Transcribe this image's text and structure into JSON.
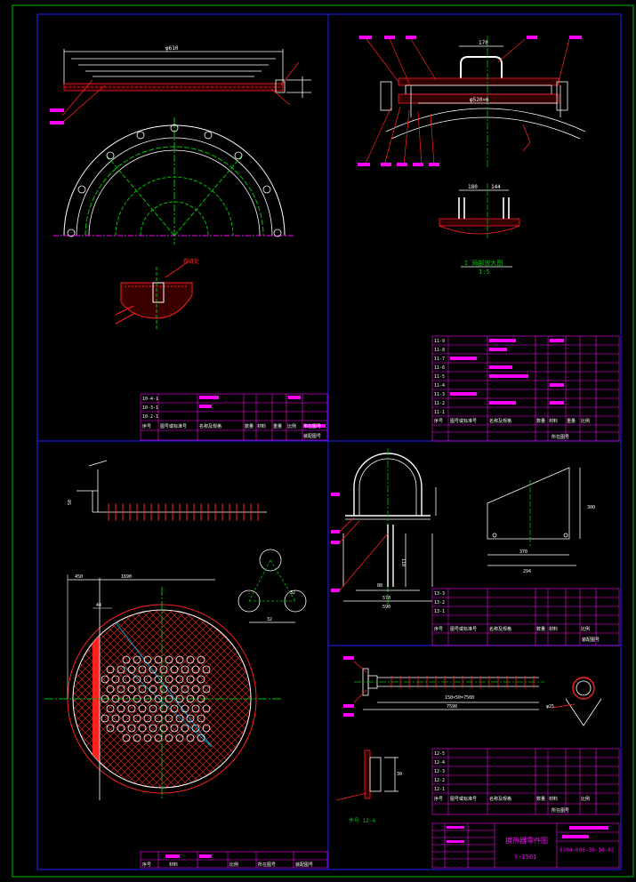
{
  "colors": {
    "border": "#00c000",
    "frame": "#2020ff",
    "line": "#ffffff",
    "part": "#ff2020",
    "center": "#00c000",
    "table": "#ff00ff",
    "hatch": "#ff2020"
  },
  "drawing": {
    "title": "换热器零件图",
    "code": "Y-1501",
    "number": "0704-000-30-10-02"
  },
  "views": {
    "detail_title": "I 局部放大图",
    "detail_scale": "1:5",
    "weld_label": "焊缝处",
    "part_label": "件号 12-4"
  },
  "dimensions": {
    "flange_outer": "φ610",
    "handle_width": "170",
    "bolt_circle": "φ520×6",
    "bar_width": "180",
    "bar_gap": "144",
    "plate_height": "300",
    "plate_base": "370",
    "plate_width": "294",
    "frame_height": "110",
    "frame_offset": "88",
    "frame_width": "570",
    "frame_outer": "590",
    "tube_length": "7590",
    "tube_segment": "150×50=7500",
    "tube_dia": "φ25",
    "offset_450": "450",
    "span_1690": "1690",
    "gap_44": "44",
    "pitch": "32",
    "tri_side": "32",
    "seal_height": "30",
    "side_dim": "50"
  },
  "table_headers": [
    "序号",
    "图号或标准号",
    "名称及规格",
    "数量",
    "材料",
    "重量",
    "比例",
    "所在图号",
    "装配图号"
  ],
  "tables": {
    "t1": [
      "10-4-1",
      "10-3-1",
      "10-2-1"
    ],
    "t2": [
      "11-9",
      "11-8",
      "11-7",
      "11-6",
      "11-5",
      "11-4",
      "11-3",
      "11-2",
      "11-1"
    ],
    "t3": [
      "13-3",
      "13-2",
      "13-1"
    ],
    "t4": [
      "12-5",
      "12-4",
      "12-3",
      "12-2",
      "12-1"
    ]
  }
}
